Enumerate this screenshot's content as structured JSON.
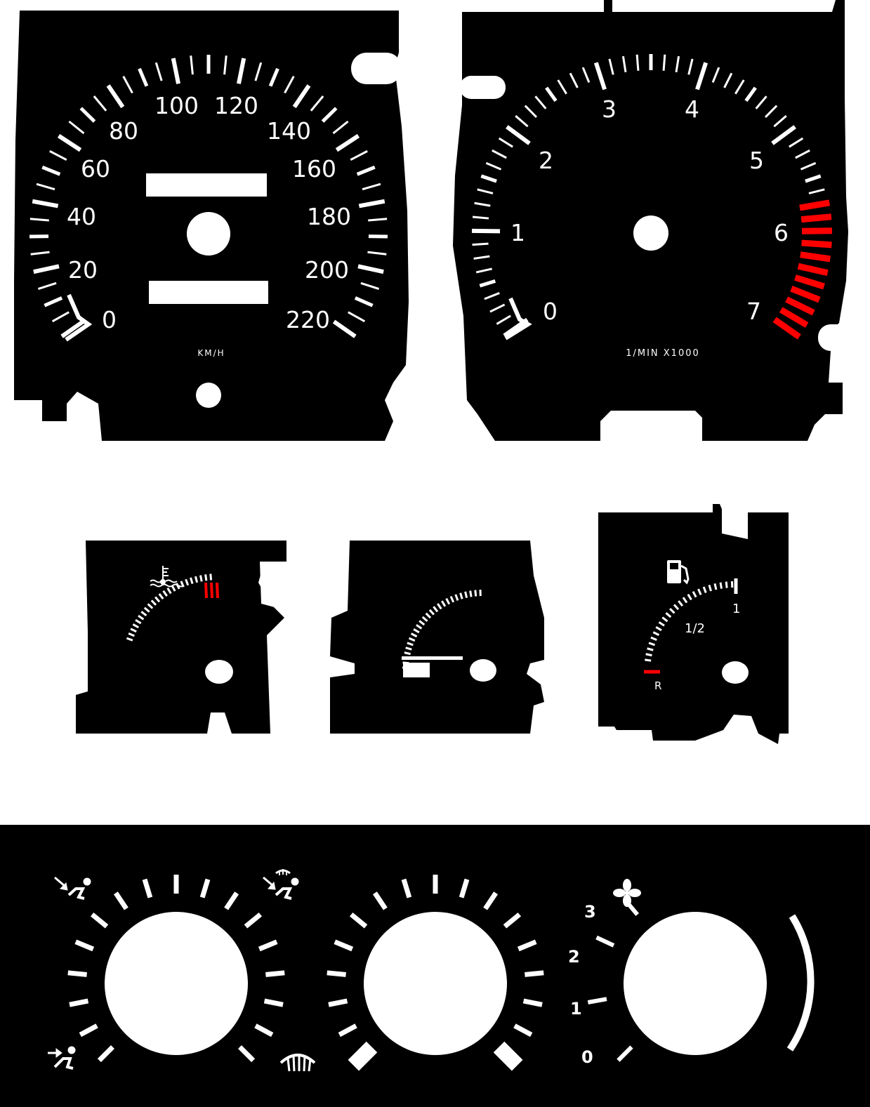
{
  "colors": {
    "face": "#000000",
    "mark": "#ffffff",
    "redline": "#ff0000"
  },
  "speedometer": {
    "labels": [
      "0",
      "20",
      "40",
      "60",
      "80",
      "100",
      "120",
      "140",
      "160",
      "180",
      "200",
      "220"
    ],
    "unit": "KM/H"
  },
  "tachometer": {
    "labels": [
      "0",
      "1",
      "2",
      "3",
      "4",
      "5",
      "6",
      "7"
    ],
    "unit": "1/MIN X1000"
  },
  "temperature_gauge": {
    "icon": "coolant-temperature-icon"
  },
  "blank_gauge": {},
  "fuel_gauge": {
    "icon": "fuel-pump-icon",
    "labels": {
      "reserve": "R",
      "half": "1/2",
      "full": "1"
    }
  },
  "climate_panel": {
    "vent_icons": [
      "face-vent-icon",
      "face-foot-vent-icon",
      "foot-vent-icon",
      "defrost-icon"
    ],
    "fan_icon": "fan-icon",
    "fan_labels": [
      "0",
      "1",
      "2",
      "3"
    ]
  }
}
